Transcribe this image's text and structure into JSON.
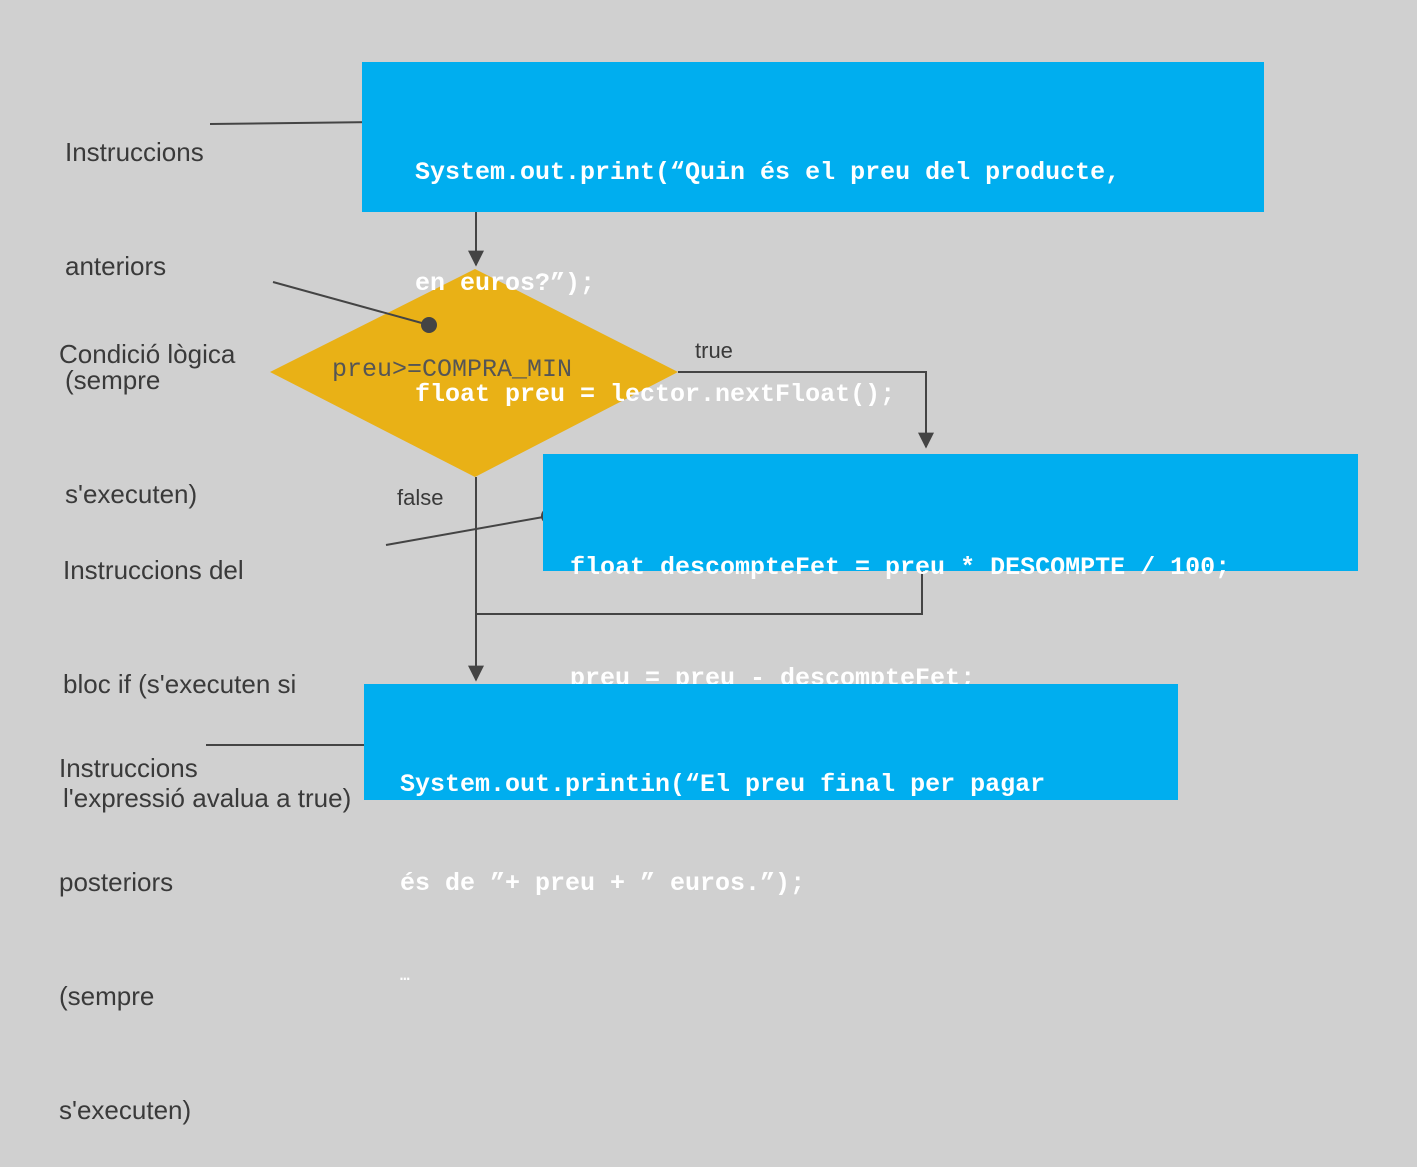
{
  "colors": {
    "background": "#d0d0d0",
    "code_box": "#00aeef",
    "decision": "#e9b116",
    "connector": "#444444",
    "annotation_text": "#3a3a3a"
  },
  "blocks": {
    "previous": {
      "lines": [
        "System.out.print(“Quin és el preu del producte,",
        "en euros?”);",
        "float preu = lector.nextFloat();"
      ]
    },
    "if_block": {
      "lines": [
        "float descompteFet = preu * DESCOMPTE / 100;",
        "preu = preu - descompteFet;"
      ]
    },
    "posterior": {
      "lines": [
        "System.out.printin(“El preu final per pagar",
        "és de ”+ preu + ” euros.”);",
        "…"
      ]
    }
  },
  "decision": {
    "condition": "preu>=COMPRA_MIN",
    "true_label": "true",
    "false_label": "false"
  },
  "annotations": {
    "previous": [
      "Instruccions",
      "anteriors",
      "(sempre",
      "s'executen)"
    ],
    "condition": [
      "Condició lògica"
    ],
    "if_block": [
      "Instruccions del",
      "bloc if (s'executen si",
      "l'expressió avalua a true)"
    ],
    "posterior": [
      "Instruccions",
      "posteriors",
      "(sempre",
      "s'executen)"
    ]
  }
}
